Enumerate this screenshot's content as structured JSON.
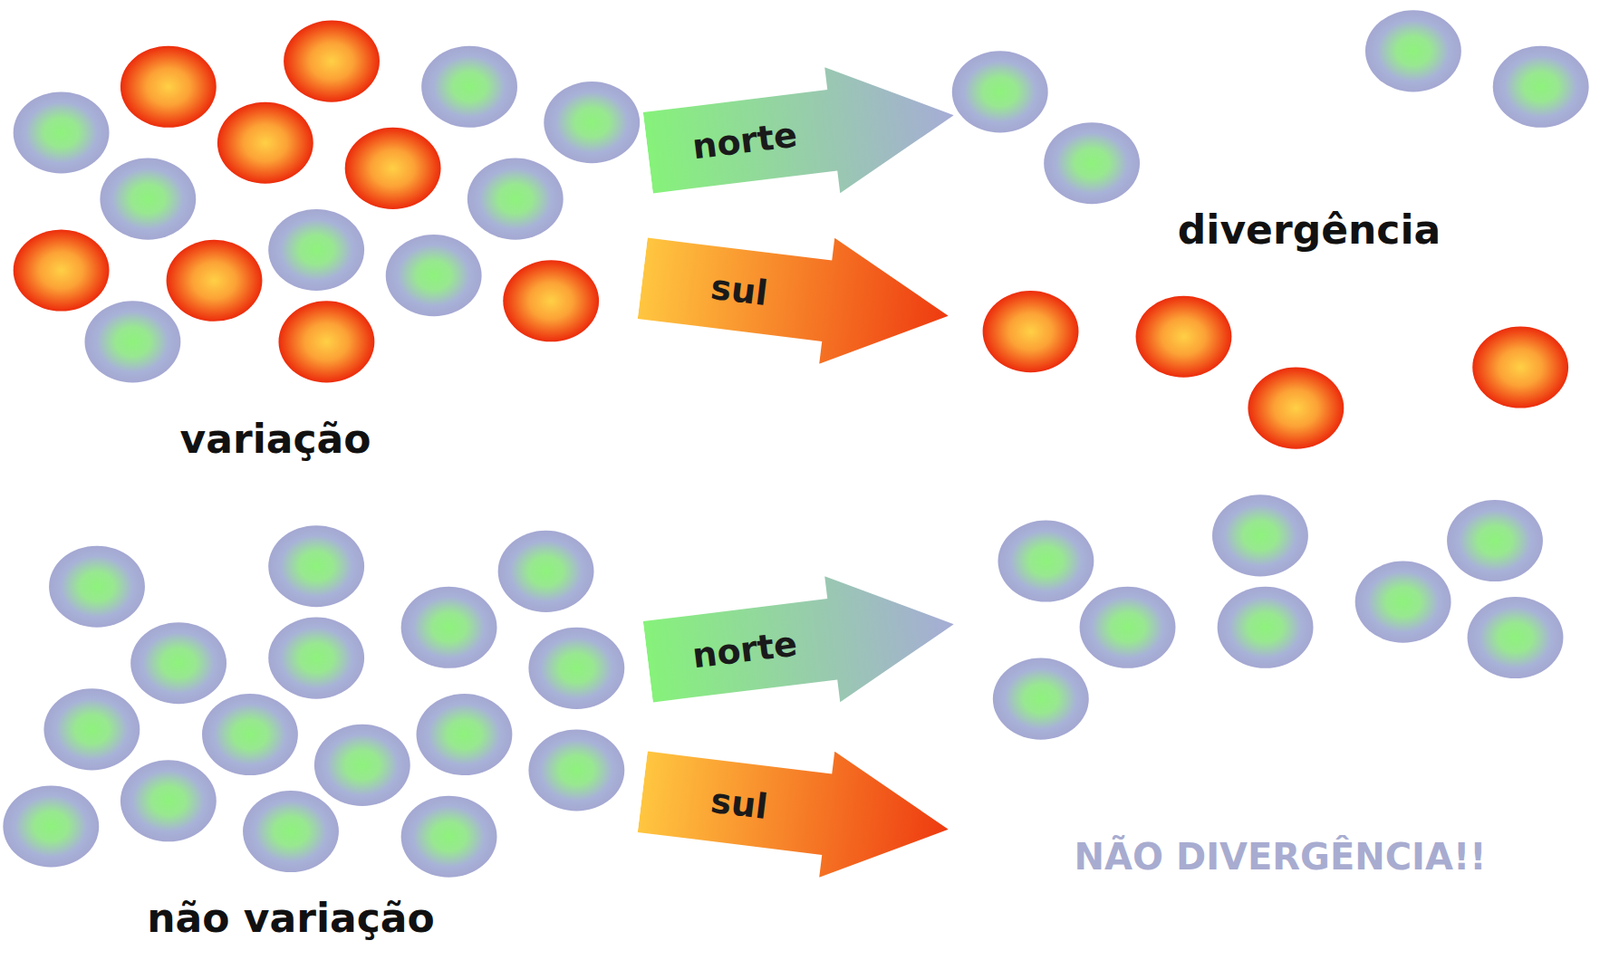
{
  "diagram": {
    "nodes": [
      {
        "text": [
          "norte"
        ]
      },
      {
        "text": [
          "sul"
        ]
      },
      {
        "text": [
          "norte"
        ]
      },
      {
        "text": [
          "sul"
        ]
      }
    ],
    "labels": [
      "divergência",
      "variação",
      "NÃO DIVERGÊNCIA!!",
      "não variação"
    ]
  }
}
